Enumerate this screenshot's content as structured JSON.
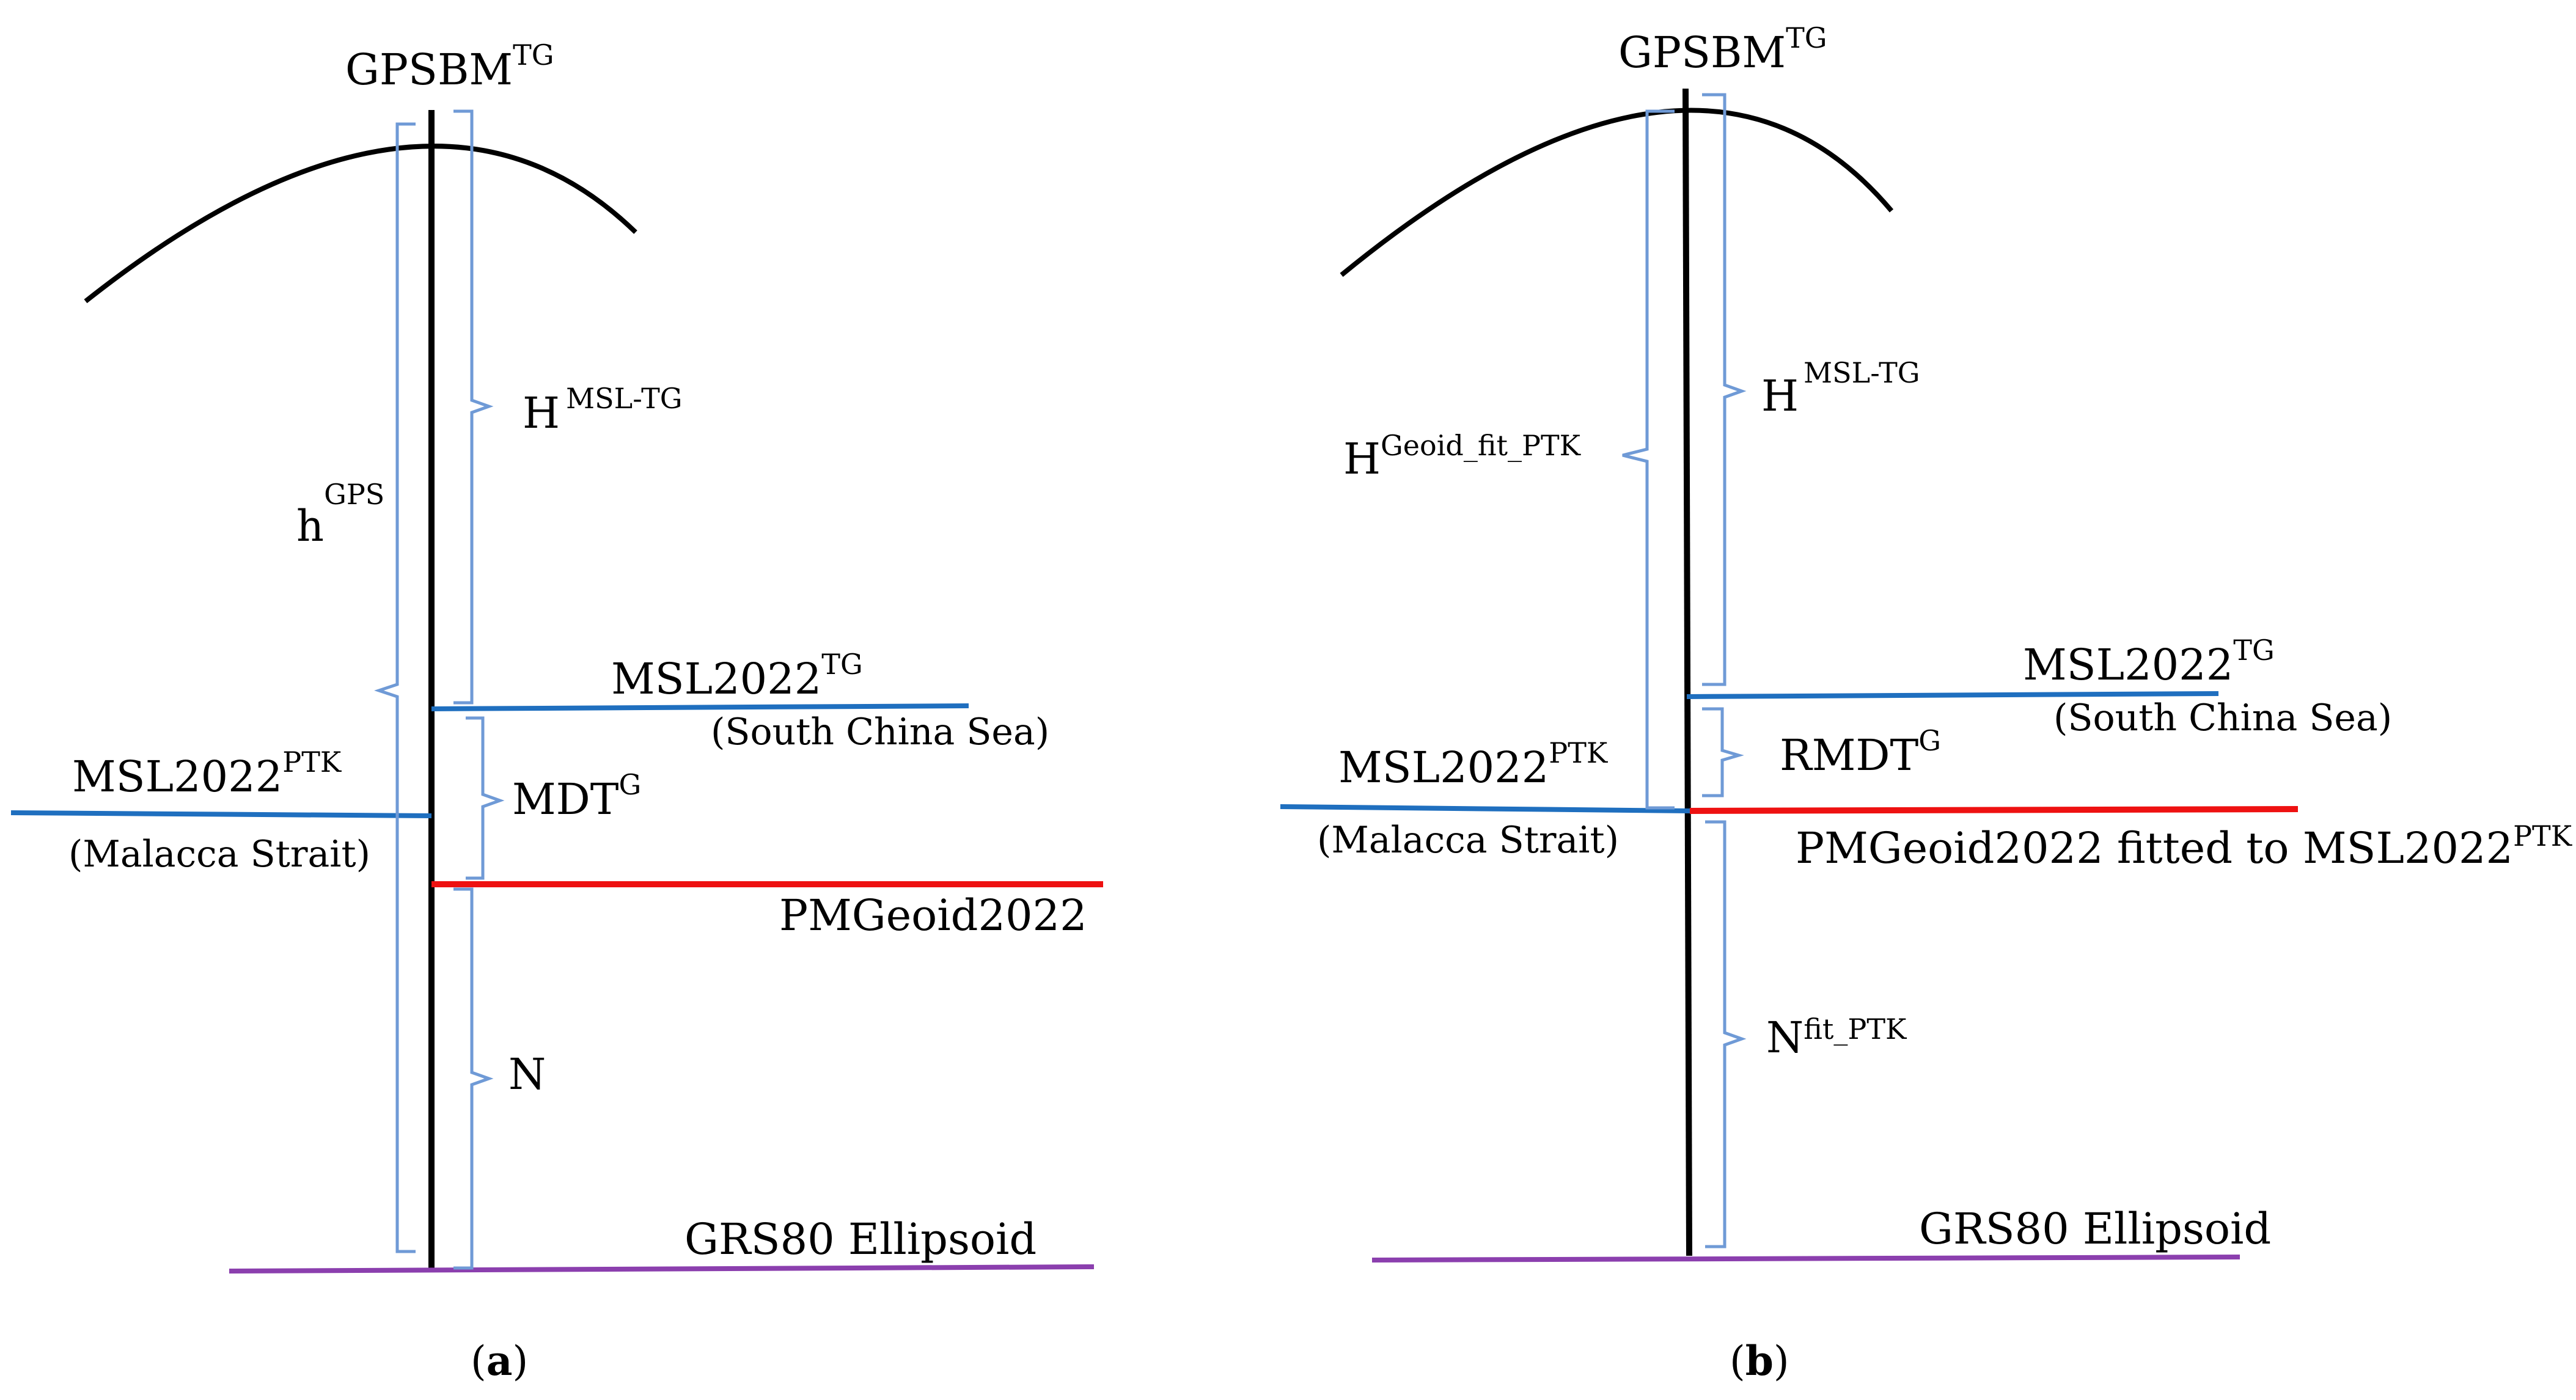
{
  "colors": {
    "ink": "#000000",
    "msl_line": "#1f6fbf",
    "geoid_line": "#ee1111",
    "ellipsoid_line": "#8b3fae",
    "brace": "#6f9ad6"
  },
  "panel_a": {
    "top_label": "GPSBM",
    "top_label_sup": "TG",
    "h_msl_label": "H",
    "h_msl_sup": "MSL-TG",
    "h_gps_label": "h",
    "h_gps_sup": "GPS",
    "msl_tg_label": "MSL2022",
    "msl_tg_sup": "TG",
    "msl_tg_sub": "(South China Sea)",
    "msl_ptk_label": "MSL2022",
    "msl_ptk_sup": "PTK",
    "msl_ptk_sub": "(Malacca Strait)",
    "mdt_label": "MDT",
    "mdt_sup": "G",
    "geoid_label": "PMGeoid2022",
    "n_label": "N",
    "ellipsoid_label": "GRS80 Ellipsoid",
    "caption_open": "(",
    "caption_letter": "a",
    "caption_close": ")"
  },
  "panel_b": {
    "top_label": "GPSBM",
    "top_label_sup": "TG",
    "h_msl_label": "H",
    "h_msl_sup": "MSL-TG",
    "h_geoid_label": "H",
    "h_geoid_sup": "Geoid_fit_PTK",
    "msl_tg_label": "MSL2022",
    "msl_tg_sup": "TG",
    "msl_tg_sub": "(South China Sea)",
    "msl_ptk_label": "MSL2022",
    "msl_ptk_sup": "PTK",
    "msl_ptk_sub": "(Malacca Strait)",
    "rmdt_label": "RMDT",
    "rmdt_sup": "G",
    "geoid_label": "PMGeoid2022 fitted to MSL2022",
    "geoid_sup": "PTK",
    "n_label": "N",
    "n_sup": "fit_PTK",
    "ellipsoid_label": "GRS80 Ellipsoid",
    "caption_open": "(",
    "caption_letter": "b",
    "caption_close": ")"
  }
}
